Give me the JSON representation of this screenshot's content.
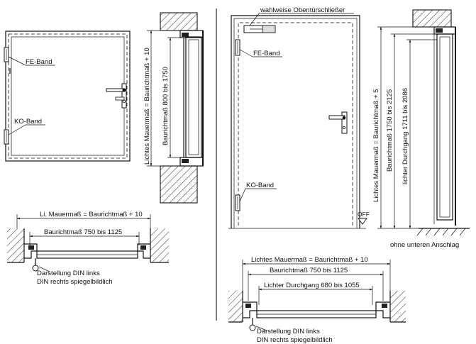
{
  "labels": {
    "fe_band_left": "FE-Band",
    "ko_band_left": "KO-Band",
    "lichtes_mauermass_left": "Lichtes Mauermaß = Baurichtmaß + 10",
    "baurichtmass_left": "Baurichtmaß 800 bis 1750",
    "li_mauermass_bottom_left": "Li. Mauermaß = Baurichtmaß + 10",
    "baurichtmass_bottom_left": "Baurichtmaß 750 bis 1125",
    "darstellung_left_1": "Darstellung DIN links",
    "darstellung_left_2": "DIN rechts spiegelbildlich",
    "obentuerschliesser": "wahlweise Obentürschließer",
    "fe_band_right": "FE-Band",
    "ko_band_right": "KO-Band",
    "off": "OFF",
    "lichtes_mauermass_right": "Lichtes Mauermaß = Baurichtmaß + 5",
    "baurichtmass_right": "Baurichtmaß 1750 bis 2125",
    "lichter_durchgang_right": "lichter Durchgang 1711 bis 2086",
    "ohne_anschlag": "ohne unteren Anschlag",
    "lichtes_mauermass_bottom_right": "Lichtes Mauermaß = Baurichtmaß + 10",
    "baurichtmass_bottom_right": "Baurichtmaß 750 bis 1125",
    "lichter_durchgang_bottom_right": "Lichter Durchgang 680 bis 1055",
    "darstellung_right_1": "Darstellung DIN links",
    "darstellung_right_2": "DIN rechts spiegelbildlich"
  }
}
